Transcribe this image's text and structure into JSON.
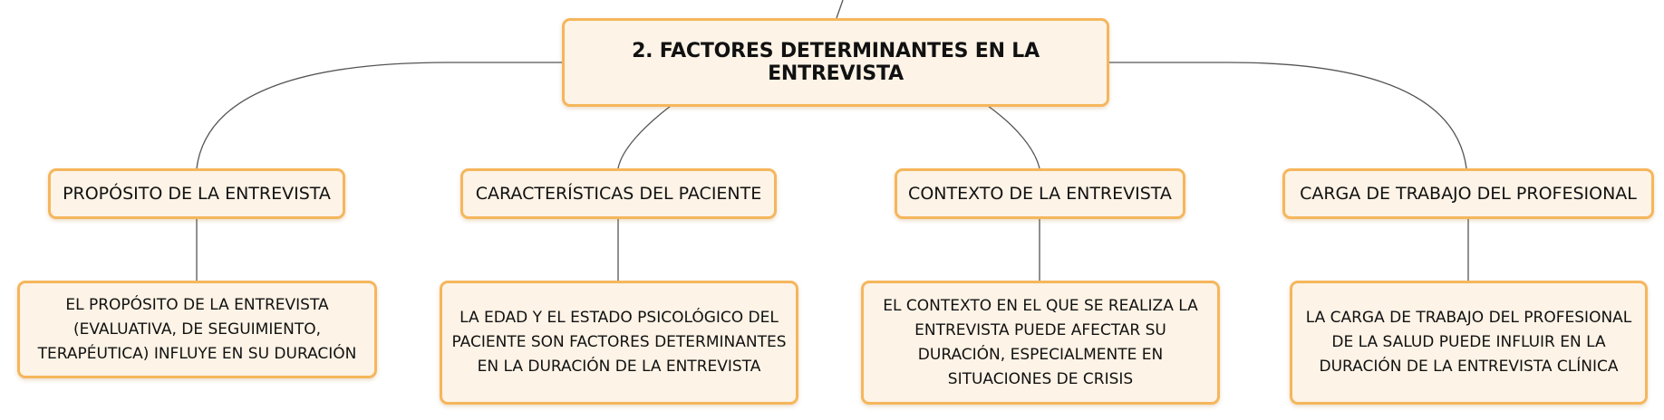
{
  "diagram": {
    "root": {
      "label": "2. FACTORES DETERMINANTES EN LA ENTREVISTA"
    },
    "topics": [
      {
        "label": "PROPÓSITO DE LA ENTREVISTA",
        "detail": "EL PROPÓSITO DE LA ENTREVISTA (EVALUATIVA, DE SEGUIMIENTO, TERAPÉUTICA) INFLUYE EN SU DURACIÓN"
      },
      {
        "label": "CARACTERÍSTICAS DEL PACIENTE",
        "detail": "LA EDAD Y EL ESTADO PSICOLÓGICO DEL PACIENTE SON FACTORES DETERMINANTES EN LA DURACIÓN DE LA ENTREVISTA"
      },
      {
        "label": "CONTEXTO DE LA ENTREVISTA",
        "detail": "EL CONTEXTO EN EL QUE SE REALIZA LA ENTREVISTA PUEDE AFECTAR SU DURACIÓN, ESPECIALMENTE EN SITUACIONES DE CRISIS"
      },
      {
        "label": "CARGA DE TRABAJO DEL PROFESIONAL",
        "detail": "LA CARGA DE TRABAJO DEL PROFESIONAL DE LA SALUD PUEDE INFLUIR EN LA DURACIÓN DE LA ENTREVISTA CLÍNICA"
      }
    ],
    "colors": {
      "node_fill": "#fdf3e6",
      "node_border": "#f5b65c",
      "connector": "#555555",
      "text": "#111111"
    }
  }
}
